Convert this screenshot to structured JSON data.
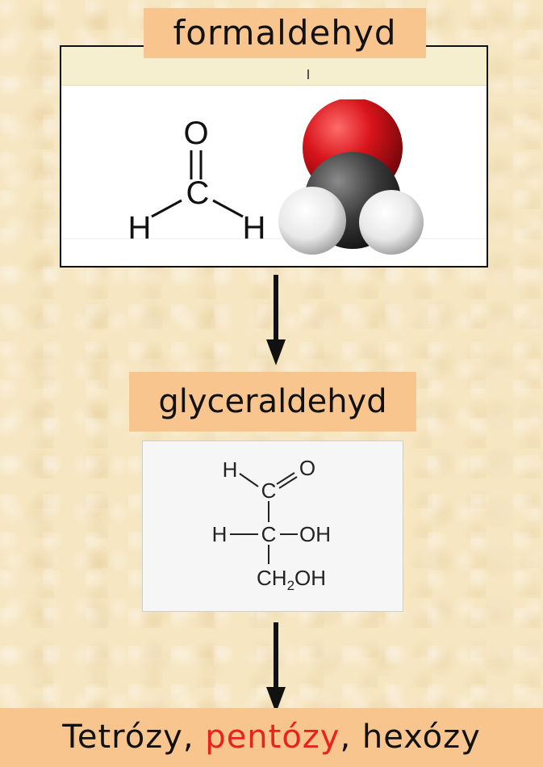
{
  "formaldehyd": {
    "title": "formaldehyd",
    "structure": {
      "top_atom": "O",
      "center_atom": "C",
      "left_atom": "H",
      "right_atom": "H"
    },
    "model_colors": {
      "oxygen": "#d8141b",
      "carbon": "#3a3a3a",
      "hydrogen": "#eeeeee"
    }
  },
  "glyceraldehyd": {
    "title": "glyceraldehyd",
    "structure": {
      "h_aldehyde": "H",
      "c1": "C",
      "o_aldehyde": "O",
      "h_mid": "H",
      "c2": "C",
      "oh_right": "OH",
      "ch2": "CH",
      "sub": "2",
      "oh_bottom": "OH"
    }
  },
  "products": {
    "part1": "Tetrózy, ",
    "highlight": "pentózy",
    "part2": ", hexózy",
    "highlight_color": "#e8231c"
  },
  "colors": {
    "background": "#f6e6c2",
    "label_fill": "#f9c58f"
  }
}
